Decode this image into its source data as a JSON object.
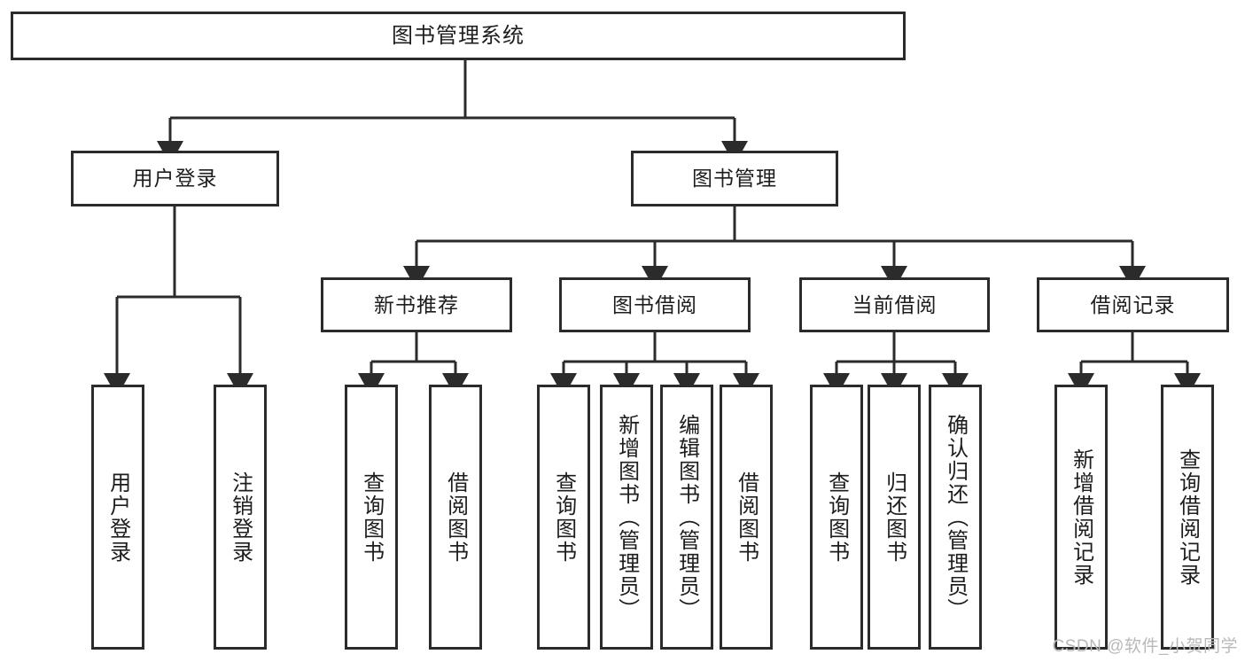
{
  "diagram": {
    "title": "图书管理系统",
    "type": "tree-hierarchy",
    "root": {
      "label": "图书管理系统"
    },
    "level2": [
      {
        "label": "用户登录"
      },
      {
        "label": "图书管理"
      }
    ],
    "level3": [
      {
        "label": "新书推荐"
      },
      {
        "label": "图书借阅"
      },
      {
        "label": "当前借阅"
      },
      {
        "label": "借阅记录"
      }
    ],
    "leaves": {
      "user_login": [
        {
          "label": "用户登录"
        },
        {
          "label": "注销登录"
        }
      ],
      "new_book_recommend": [
        {
          "label": "查询图书"
        },
        {
          "label": "借阅图书"
        }
      ],
      "book_borrow": [
        {
          "label": "查询图书"
        },
        {
          "label": "新增图书（管理员）"
        },
        {
          "label": "编辑图书（管理员）"
        },
        {
          "label": "借阅图书"
        }
      ],
      "current_borrow": [
        {
          "label": "查询图书"
        },
        {
          "label": "归还图书"
        },
        {
          "label": "确认归还（管理员）"
        }
      ],
      "borrow_record": [
        {
          "label": "新增借阅记录"
        },
        {
          "label": "查询借阅记录"
        }
      ]
    }
  },
  "watermark": {
    "text": "CSDN @软件_小贺同学"
  },
  "colors": {
    "border": "#2b2b2b",
    "background": "#ffffff",
    "text": "#1d1d1d",
    "watermark": "#b9b9b9"
  }
}
